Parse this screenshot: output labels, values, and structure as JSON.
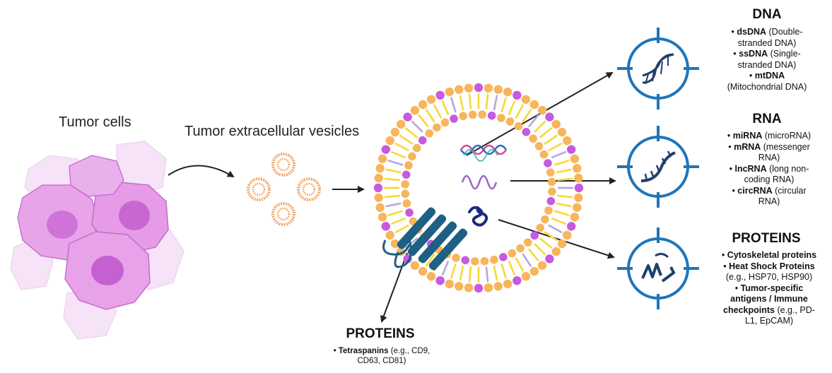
{
  "labels": {
    "tumor_cells": "Tumor cells",
    "tumor_ev": "Tumor extracellular vesicles"
  },
  "dna": {
    "title": "DNA",
    "items": [
      {
        "bold": "dsDNA",
        "rest": " (Double-",
        "cont": "stranded DNA)"
      },
      {
        "bold": "ssDNA",
        "rest": " (Single-",
        "cont": "stranded DNA)"
      },
      {
        "bold": "mtDNA",
        "rest": "",
        "cont": "(Mitochondrial DNA)"
      }
    ]
  },
  "rna": {
    "title": "RNA",
    "items": [
      {
        "bold": "miRNA",
        "rest": " (microRNA)",
        "cont": ""
      },
      {
        "bold": "mRNA",
        "rest": " (messenger",
        "cont": "RNA)"
      },
      {
        "bold": "lncRNA",
        "rest": " (long non-",
        "cont": "coding RNA)"
      },
      {
        "bold": "circRNA",
        "rest": " (circular",
        "cont": "RNA)"
      }
    ]
  },
  "proteins_right": {
    "title": "PROTEINS",
    "items": [
      {
        "bold": "Cytoskeletal proteins",
        "rest": "",
        "cont": ""
      },
      {
        "bold": "Heat Shock Proteins",
        "rest": "",
        "cont": "(e.g., HSP70, HSP90)"
      },
      {
        "bold": "Tumor-specific",
        "rest": "",
        "cont": ""
      }
    ],
    "extra_bold_1": "antigens / Immune",
    "extra_bold_2": "checkpoints",
    "extra_rest_2": " (e.g., PD-",
    "extra_cont": "L1, EpCAM)"
  },
  "proteins_bottom": {
    "title": "PROTEINS",
    "item_bold": "Tetraspanins",
    "item_rest": " (e.g., CD9,",
    "item_cont": "CD63, CD81)"
  },
  "colors": {
    "cell": "#e59be6",
    "cell_dark": "#c86ad0",
    "vesicle": "#f3a35f",
    "bead_orange": "#f7b55c",
    "bead_purple": "#c65ae0",
    "tail_yellow": "#f6d93a",
    "tail_lavender": "#b9a7dd",
    "icon_blue": "#1f75b9",
    "icon_dark": "#1f3f6e"
  }
}
